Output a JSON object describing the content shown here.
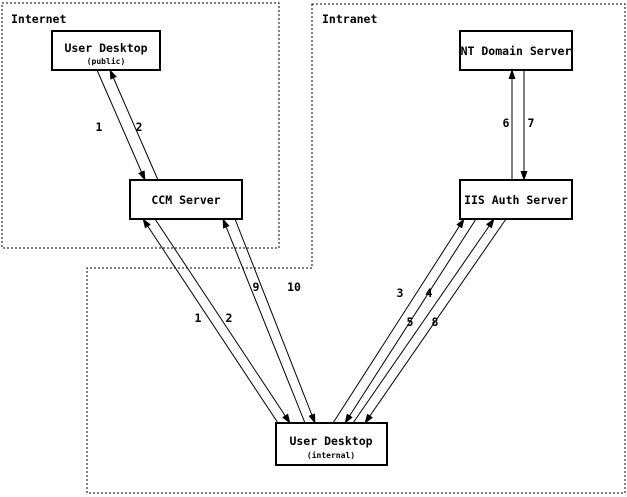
{
  "diagram": {
    "colors": {
      "foreground": "#000000",
      "background": "#ffffff"
    },
    "zones": [
      {
        "id": "internet",
        "label": "Internet"
      },
      {
        "id": "intranet",
        "label": "Intranet"
      }
    ],
    "nodes": [
      {
        "id": "user-desktop-public",
        "title": "User Desktop",
        "subtitle": "(public)"
      },
      {
        "id": "nt-domain-server",
        "title": "NT Domain Server",
        "subtitle": ""
      },
      {
        "id": "ccm-server",
        "title": "CCM Server",
        "subtitle": ""
      },
      {
        "id": "iis-auth-server",
        "title": "IIS Auth Server",
        "subtitle": ""
      },
      {
        "id": "user-desktop-internal",
        "title": "User Desktop",
        "subtitle": "(internal)"
      }
    ],
    "edges": [
      {
        "label": "1",
        "from": "user-desktop-public",
        "to": "ccm-server"
      },
      {
        "label": "2",
        "from": "ccm-server",
        "to": "user-desktop-public"
      },
      {
        "label": "6",
        "from": "iis-auth-server",
        "to": "nt-domain-server"
      },
      {
        "label": "7",
        "from": "nt-domain-server",
        "to": "iis-auth-server"
      },
      {
        "label": "1",
        "from": "user-desktop-internal",
        "to": "ccm-server"
      },
      {
        "label": "2",
        "from": "ccm-server",
        "to": "user-desktop-internal"
      },
      {
        "label": "9",
        "from": "user-desktop-internal",
        "to": "ccm-server"
      },
      {
        "label": "10",
        "from": "ccm-server",
        "to": "user-desktop-internal"
      },
      {
        "label": "3",
        "from": "user-desktop-internal",
        "to": "iis-auth-server"
      },
      {
        "label": "4",
        "from": "iis-auth-server",
        "to": "user-desktop-internal"
      },
      {
        "label": "5",
        "from": "user-desktop-internal",
        "to": "iis-auth-server"
      },
      {
        "label": "8",
        "from": "iis-auth-server",
        "to": "user-desktop-internal"
      }
    ]
  }
}
